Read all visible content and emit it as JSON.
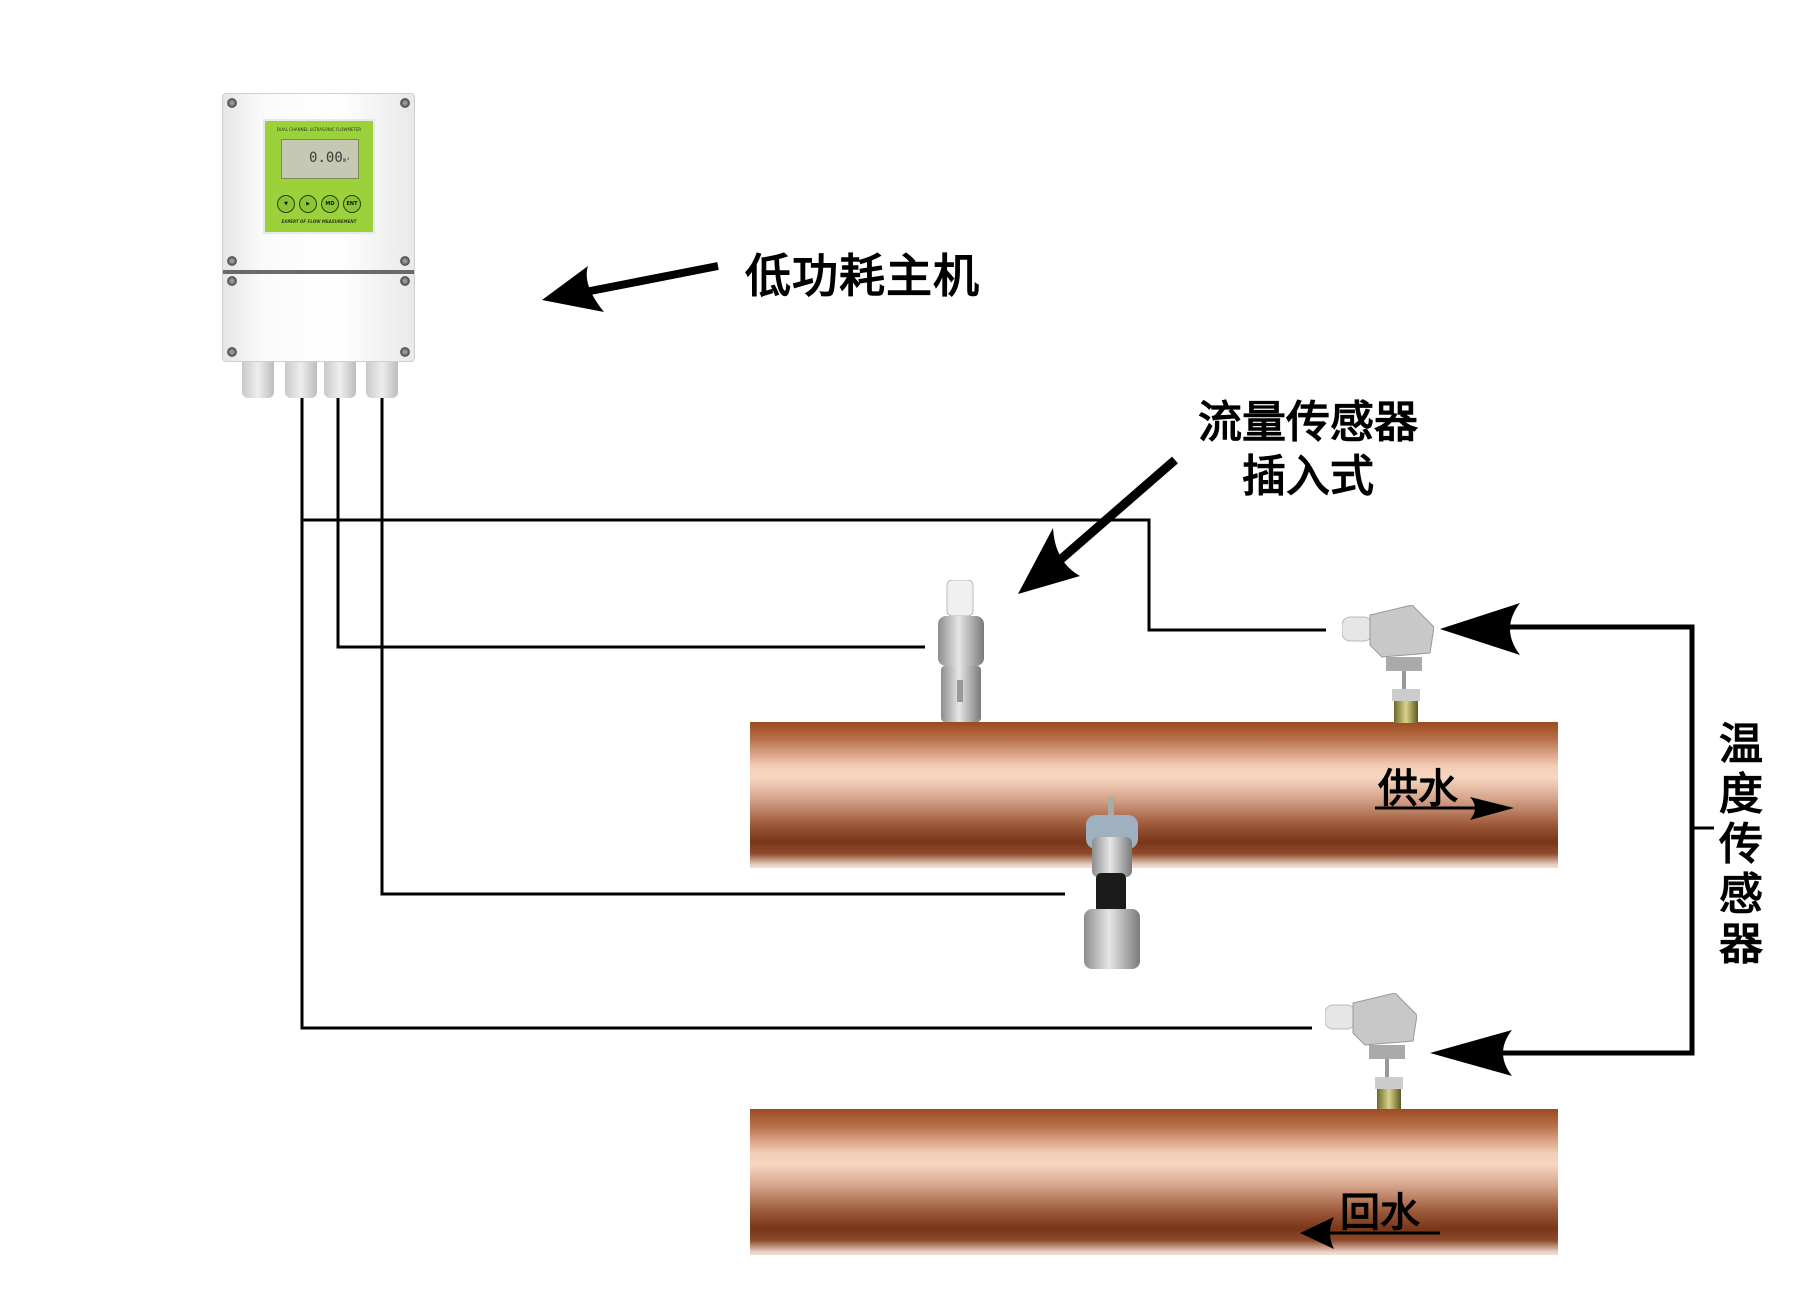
{
  "labels": {
    "host": "低功耗主机",
    "flow_sensor_line1": "流量传感器",
    "flow_sensor_line2": "插入式",
    "temp_sensor": "温度传感器",
    "supply_water": "供水",
    "return_water": "回水"
  },
  "device": {
    "panel_title": "DUAL CHANNEL ULTRASONIC FLOWMETER",
    "display_value": "0.00",
    "display_unit": "m³",
    "buttons": [
      "▼",
      "▶",
      "MD",
      "ENT"
    ],
    "panel_footer": "EXPERT OF FLOW MEASUREMENT"
  },
  "colors": {
    "panel_green": "#9bd23c",
    "pipe_copper": "#9c4a20",
    "line": "#000000"
  }
}
